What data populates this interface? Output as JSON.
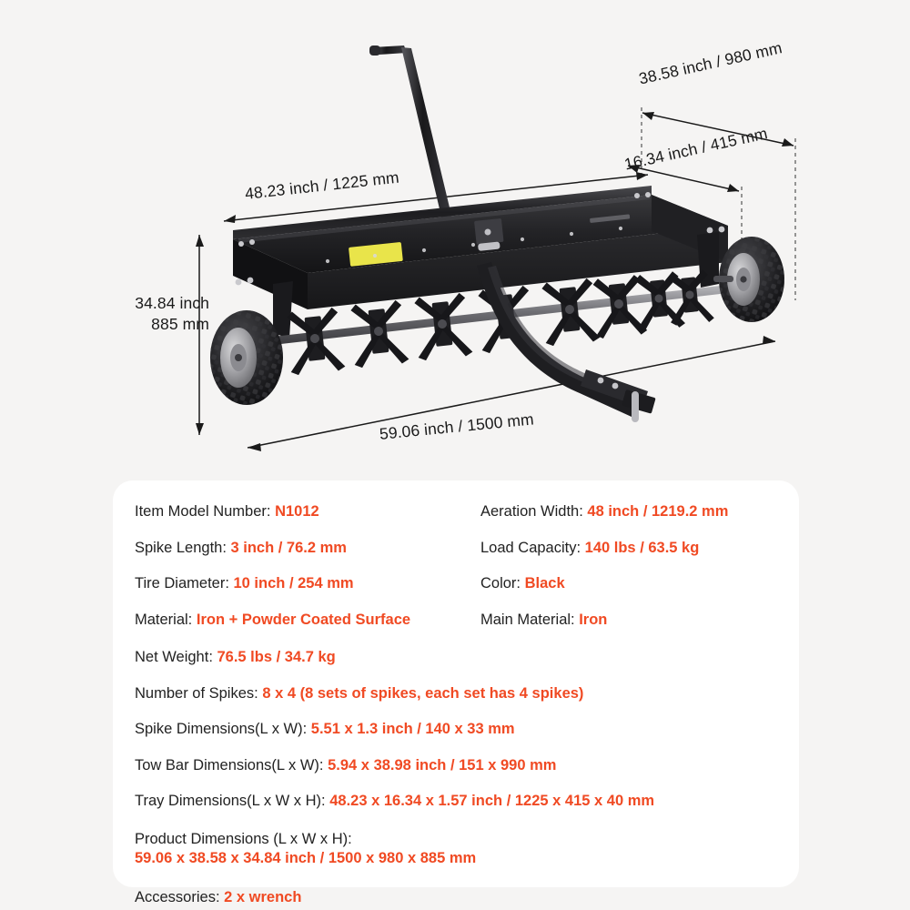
{
  "colors": {
    "accent": "#f04a23",
    "text": "#222222",
    "background": "#f5f4f3",
    "card": "#ffffff",
    "product": "#1b1b1d",
    "label_yellow": "#e9e44a"
  },
  "diagram": {
    "dimensions": {
      "tray_width": "48.23 inch / 1225 mm",
      "overall_depth": "38.58 inch / 980 mm",
      "tray_depth": "16.34 inch / 415 mm",
      "height_line1": "34.84 inch",
      "height_line2": "885 mm",
      "overall_length": "59.06 inch / 1500 mm"
    }
  },
  "specs": {
    "left_column": [
      {
        "label": "Item Model Number: ",
        "value": "N1012"
      },
      {
        "label": "Spike Length: ",
        "value": "3 inch / 76.2 mm"
      },
      {
        "label": "Tire Diameter: ",
        "value": "10 inch / 254 mm"
      },
      {
        "label": "Material: ",
        "value": "Iron + Powder Coated Surface"
      }
    ],
    "right_column": [
      {
        "label": "Aeration Width: ",
        "value": "48 inch / 1219.2 mm"
      },
      {
        "label": "Load Capacity: ",
        "value": "140 lbs / 63.5 kg"
      },
      {
        "label": "Color: ",
        "value": "Black"
      },
      {
        "label": "Main Material: ",
        "value": "Iron"
      }
    ],
    "full_rows": [
      {
        "label": "Net Weight: ",
        "value": "76.5 lbs / 34.7 kg"
      },
      {
        "label": "Number of Spikes: ",
        "value": "8 x 4 (8 sets of spikes, each set has 4 spikes)"
      },
      {
        "label": "Spike Dimensions(L x W): ",
        "value": "5.51 x 1.3 inch / 140 x 33 mm"
      },
      {
        "label": "Tow Bar Dimensions(L x W): ",
        "value": "5.94 x 38.98 inch / 151 x 990 mm"
      },
      {
        "label": "Tray Dimensions(L x W x H): ",
        "value": "48.23 x 16.34 x 1.57 inch / 1225 x 415 x 40 mm"
      },
      {
        "label": "Product Dimensions (L x W x H): ",
        "value": "59.06 x 38.58 x 34.84 inch / 1500 x 980 x 885 mm",
        "wrap": true
      },
      {
        "label": "Accessories: ",
        "value": "2 x wrench"
      }
    ]
  }
}
